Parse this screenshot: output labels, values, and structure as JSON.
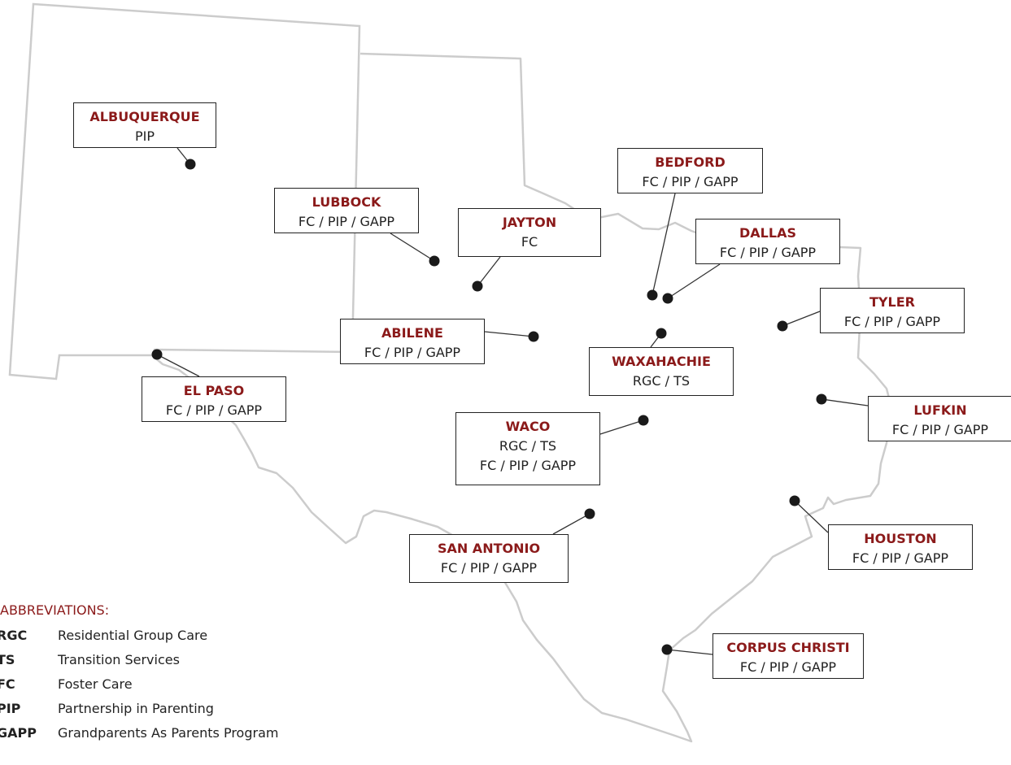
{
  "locations": [
    {
      "id": "albuquerque",
      "name": "ALBUQUERQUE",
      "services": [
        "PIP"
      ]
    },
    {
      "id": "lubbock",
      "name": "LUBBOCK",
      "services": [
        "FC / PIP / GAPP"
      ]
    },
    {
      "id": "jayton",
      "name": "JAYTON",
      "services": [
        "FC"
      ]
    },
    {
      "id": "bedford",
      "name": "BEDFORD",
      "services": [
        "FC / PIP / GAPP"
      ]
    },
    {
      "id": "dallas",
      "name": "DALLAS",
      "services": [
        "FC / PIP / GAPP"
      ]
    },
    {
      "id": "tyler",
      "name": "TYLER",
      "services": [
        "FC / PIP / GAPP"
      ]
    },
    {
      "id": "abilene",
      "name": "ABILENE",
      "services": [
        "FC / PIP / GAPP"
      ]
    },
    {
      "id": "waxahachie",
      "name": "WAXAHACHIE",
      "services": [
        "RGC / TS"
      ]
    },
    {
      "id": "el-paso",
      "name": "EL PASO",
      "services": [
        "FC / PIP / GAPP"
      ]
    },
    {
      "id": "lufkin",
      "name": "LUFKIN",
      "services": [
        "FC / PIP / GAPP"
      ]
    },
    {
      "id": "waco",
      "name": "WACO",
      "services": [
        "RGC / TS",
        "FC / PIP / GAPP"
      ]
    },
    {
      "id": "san-antonio",
      "name": "SAN ANTONIO",
      "services": [
        "FC / PIP / GAPP"
      ]
    },
    {
      "id": "houston",
      "name": "HOUSTON",
      "services": [
        "FC / PIP / GAPP"
      ]
    },
    {
      "id": "corpus-christi",
      "name": "CORPUS CHRISTI",
      "services": [
        "FC / PIP / GAPP"
      ]
    }
  ],
  "legend": {
    "title": "ABBREVIATIONS:",
    "items": [
      {
        "abbr": "RGC",
        "label": "Residential Group Care"
      },
      {
        "abbr": "TS",
        "label": "Transition Services"
      },
      {
        "abbr": "FC",
        "label": "Foster Care"
      },
      {
        "abbr": "PIP",
        "label": "Partnership in Parenting"
      },
      {
        "abbr": "GAPP",
        "label": "Grandparents As Parents Program"
      }
    ]
  },
  "colors": {
    "name": "#8b1a1a",
    "text": "#222222",
    "border": "#cccccc",
    "dot": "#1a1a1a"
  }
}
